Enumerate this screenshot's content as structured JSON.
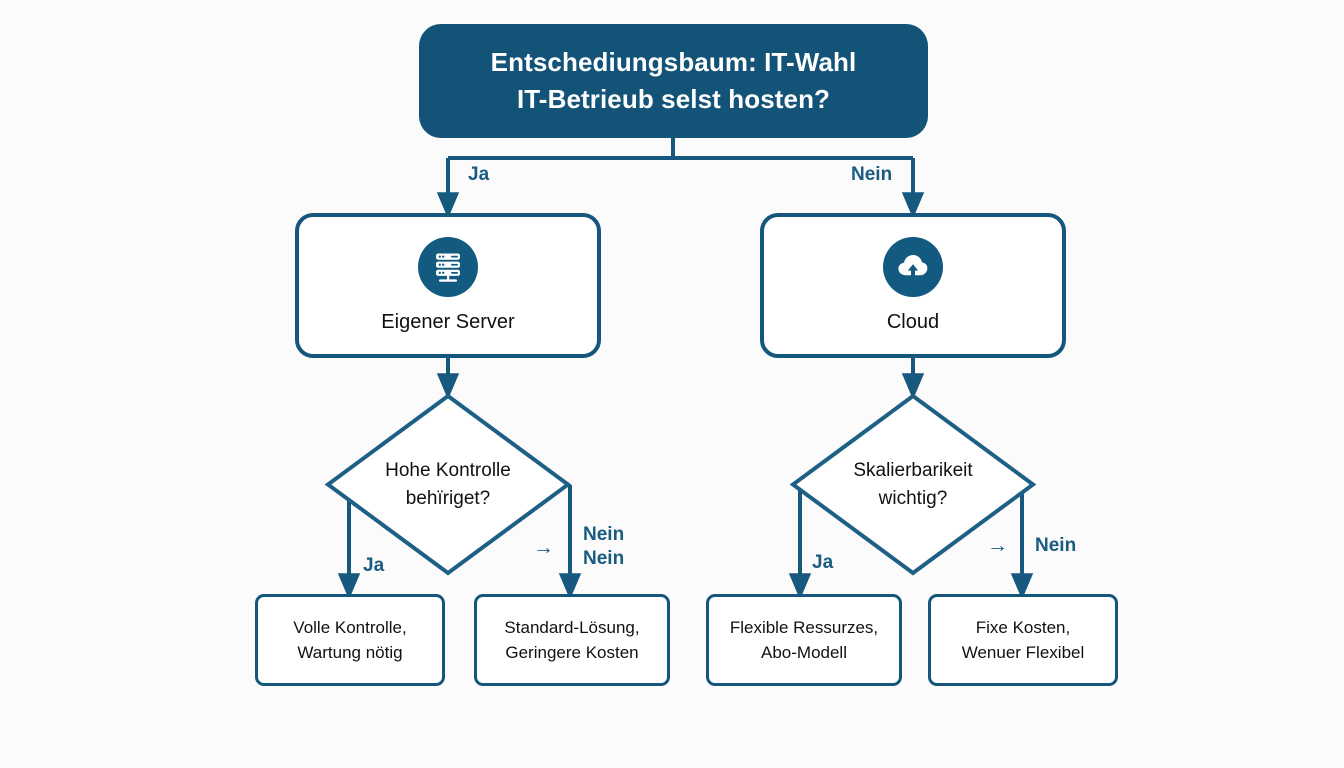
{
  "diagram": {
    "type": "decision-tree",
    "background_color": "#fbfbfb",
    "accent_color": "#125377",
    "border_color": "#14567c",
    "label_color": "#1a5b82",
    "root": {
      "title_line1": "Entschediungsbaum: IT-Wahl",
      "title_line2": "IT-Betrieub selst hosten?"
    },
    "root_branches": {
      "yes_label": "Ja",
      "no_label": "Nein"
    },
    "options": {
      "left": {
        "label": "Eigener Server",
        "icon": "server-rack-icon"
      },
      "right": {
        "label": "Cloud",
        "icon": "cloud-upload-icon"
      }
    },
    "decisions": {
      "left": {
        "line1": "Hohe Kontrolle",
        "line2": "behïriget?",
        "yes_label": "Ja",
        "no_label_line1": "Nein",
        "no_label_line2": "Nein",
        "arrow_glyph": "→"
      },
      "right": {
        "line1": "Skalierbarikeit",
        "line2": "wichtig?",
        "yes_label": "Ja",
        "no_label_line1": "Nein",
        "arrow_glyph": "→"
      }
    },
    "outcomes": {
      "left_yes": {
        "line1": "Volle Kontrolle,",
        "line2": "Wartung nötig"
      },
      "left_no": {
        "line1": "Standard-Lösung,",
        "line2": "Geringere Kosten"
      },
      "right_yes": {
        "line1": "Flexible Ressurzes,",
        "line2": "Abo-Modell"
      },
      "right_no": {
        "line1": "Fixe Kosten,",
        "line2": "Wenuer Flexibel"
      }
    }
  }
}
